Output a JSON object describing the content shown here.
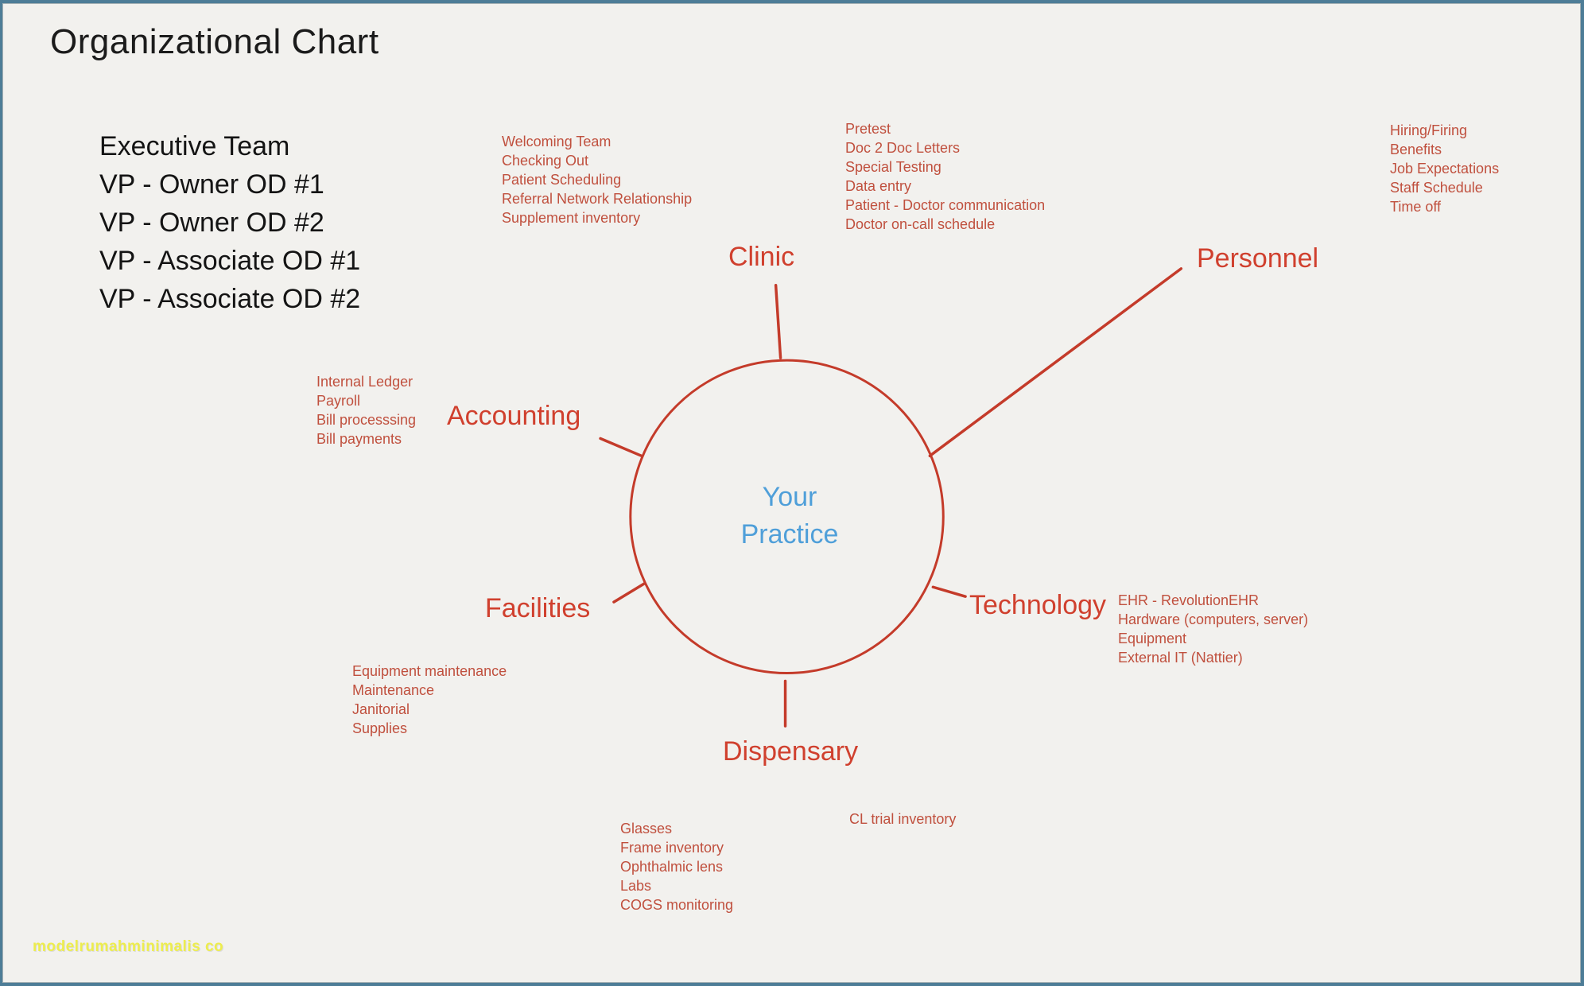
{
  "page": {
    "title": "Organizational Chart",
    "watermark": "modelrumahminimalis co"
  },
  "colors": {
    "background": "#f2f1ee",
    "border_blue": "#4e7d97",
    "label_red": "#d0402e",
    "list_red": "#c0503e",
    "line_red": "#c43b2a",
    "center_blue": "#4f9fd9",
    "title_black": "#1b1b1b",
    "watermark_yellow": "#eded4e"
  },
  "executive": {
    "items": [
      "Executive Team",
      "VP - Owner OD #1",
      "VP - Owner OD #2",
      "VP - Associate OD #1",
      "VP - Associate OD #2"
    ]
  },
  "center": {
    "line1": "Your",
    "line2": "Practice"
  },
  "nodes": {
    "clinic": {
      "label": "Clinic",
      "items": [
        "Welcoming Team",
        "Checking Out",
        "Patient Scheduling",
        "Referral Network Relationship",
        "Supplement inventory"
      ],
      "items_right": [
        "Pretest",
        "Doc 2 Doc Letters",
        "Special Testing",
        "Data entry",
        "Patient - Doctor communication",
        "Doctor on-call schedule"
      ]
    },
    "personnel": {
      "label": "Personnel",
      "items": [
        "Hiring/Firing",
        "Benefits",
        "Job Expectations",
        "Staff Schedule",
        "Time off"
      ]
    },
    "accounting": {
      "label": "Accounting",
      "items": [
        "Internal Ledger",
        "Payroll",
        "Bill processsing",
        "Bill payments"
      ]
    },
    "technology": {
      "label": "Technology",
      "items": [
        "EHR - RevolutionEHR",
        "Hardware (computers, server)",
        "Equipment",
        "External IT (Nattier)"
      ]
    },
    "facilities": {
      "label": "Facilities",
      "items": [
        "Equipment maintenance",
        "Maintenance",
        "Janitorial",
        "Supplies"
      ]
    },
    "dispensary": {
      "label": "Dispensary",
      "items": [
        "Glasses",
        "Frame inventory",
        "Ophthalmic lens",
        "Labs",
        "COGS monitoring"
      ],
      "items_right": [
        "CL trial inventory"
      ]
    }
  }
}
